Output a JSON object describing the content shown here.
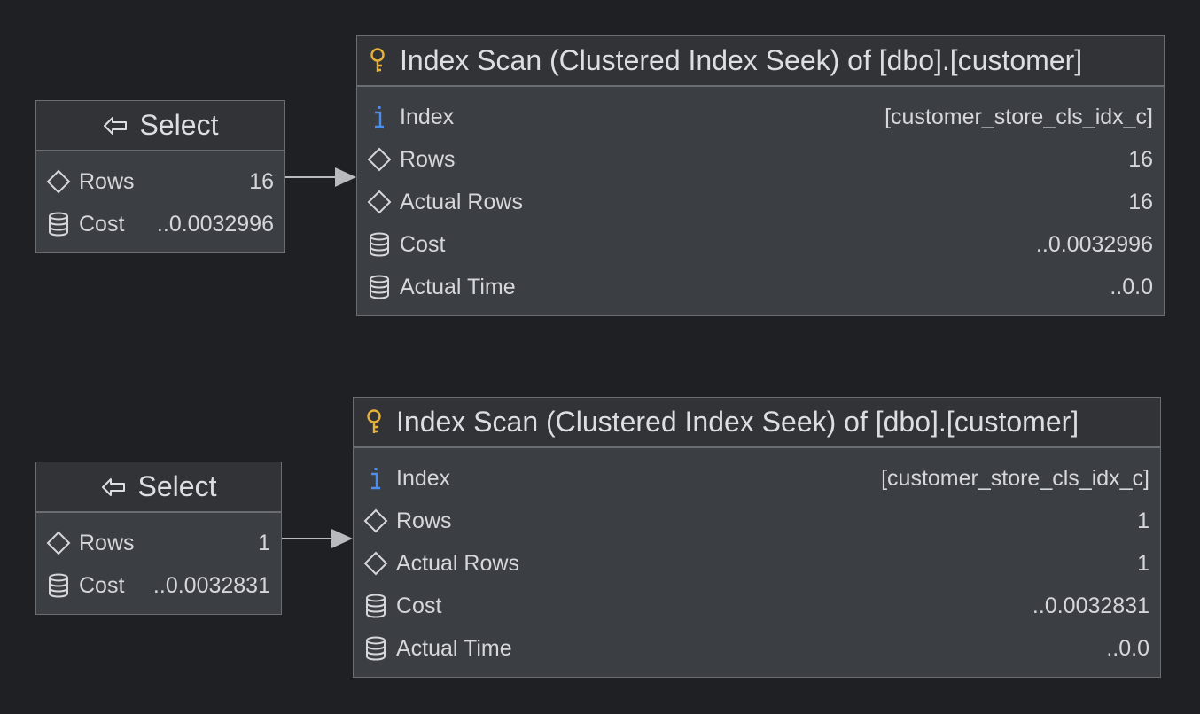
{
  "plans": [
    {
      "select": {
        "title": "Select",
        "rows_label": "Rows",
        "rows_value": "16",
        "cost_label": "Cost",
        "cost_value": "..0.0032996"
      },
      "scan": {
        "title": "Index Scan (Clustered Index Seek) of [dbo].[customer]",
        "index_label": "Index",
        "index_value": "[customer_store_cls_idx_c]",
        "rows_label": "Rows",
        "rows_value": "16",
        "actual_rows_label": "Actual Rows",
        "actual_rows_value": "16",
        "cost_label": "Cost",
        "cost_value": "..0.0032996",
        "actual_time_label": "Actual Time",
        "actual_time_value": "..0.0"
      }
    },
    {
      "select": {
        "title": "Select",
        "rows_label": "Rows",
        "rows_value": "1",
        "cost_label": "Cost",
        "cost_value": "..0.0032831"
      },
      "scan": {
        "title": "Index Scan (Clustered Index Seek) of [dbo].[customer]",
        "index_label": "Index",
        "index_value": "[customer_store_cls_idx_c]",
        "rows_label": "Rows",
        "rows_value": "1",
        "actual_rows_label": "Actual Rows",
        "actual_rows_value": "1",
        "cost_label": "Cost",
        "cost_value": "..0.0032831",
        "actual_time_label": "Actual Time",
        "actual_time_value": "..0.0"
      }
    }
  ],
  "colors": {
    "background": "#1f2023",
    "node": "#3b3e42",
    "header": "#313336",
    "key_icon": "#e8b13c",
    "info_icon": "#4c8ef0",
    "edge": "#b8babd"
  }
}
